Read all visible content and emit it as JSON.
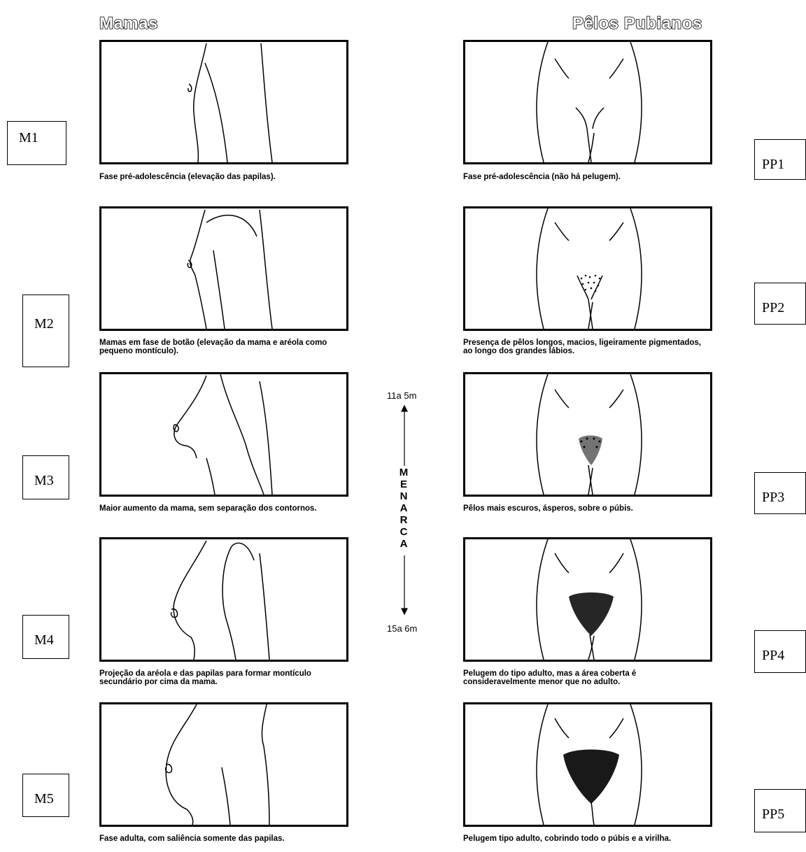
{
  "headings": {
    "left": "Mamas",
    "right": "Pêlos Pubianos"
  },
  "breast_stages": [
    {
      "label": "M1",
      "caption": "Fase pré-adolescência (elevação das papilas)."
    },
    {
      "label": "M2",
      "caption": "Mamas em fase de botão (elevação da mama e aréola como pequeno montículo)."
    },
    {
      "label": "M3",
      "caption": "Maior aumento da mama, sem separação dos contornos."
    },
    {
      "label": "M4",
      "caption": "Projeção da aréola e das papilas para formar montículo secundário por cima da mama."
    },
    {
      "label": "M5",
      "caption": "Fase adulta, com saliência somente das papilas."
    }
  ],
  "pubic_stages": [
    {
      "label": "PP1",
      "caption": "Fase pré-adolescência (não há pelugem)."
    },
    {
      "label": "PP2",
      "caption": "Presença de pêlos longos, macios, ligeiramente pigmentados, ao longo dos grandes lábios."
    },
    {
      "label": "PP3",
      "caption": "Pêlos mais escuros, ásperos, sobre o púbis."
    },
    {
      "label": "PP4",
      "caption": "Pelugem do tipo adulto, mas a área coberta é consideravelmente menor que no adulto."
    },
    {
      "label": "PP5",
      "caption": "Pelugem tipo adulto, cobrindo todo o púbis e a virilha."
    }
  ],
  "menarche": {
    "label": "MENARCA",
    "start_age": "11a  5m",
    "end_age": "15a  6m"
  }
}
